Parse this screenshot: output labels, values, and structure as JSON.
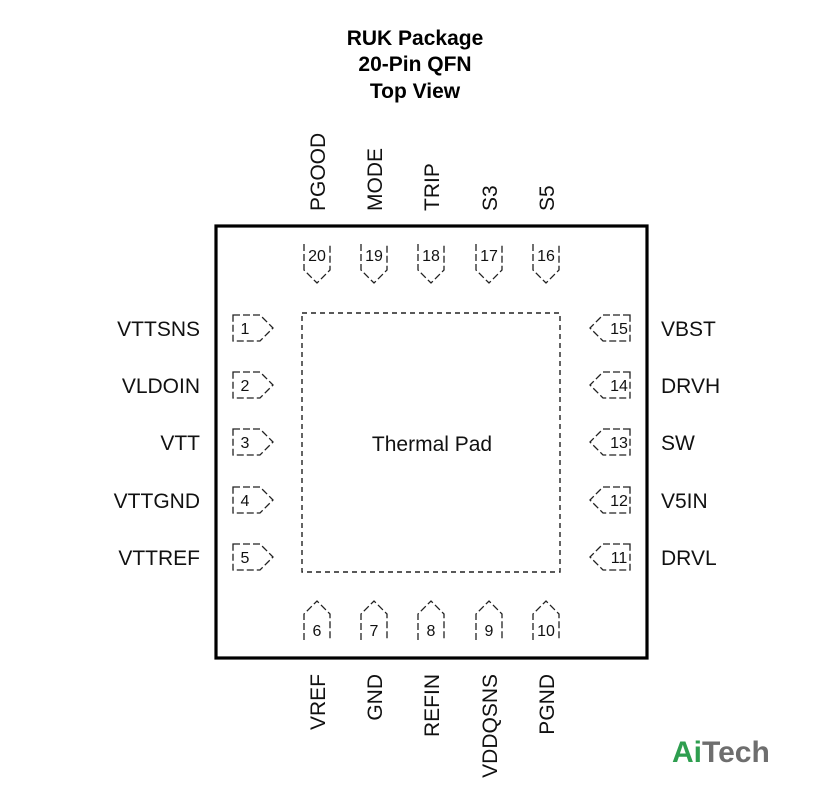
{
  "title": {
    "line1": "RUK Package",
    "line2": "20-Pin QFN",
    "line3": "Top View"
  },
  "thermal_pad": "Thermal Pad",
  "pins": {
    "left": [
      {
        "num": "1",
        "name": "VTTSNS"
      },
      {
        "num": "2",
        "name": "VLDOIN"
      },
      {
        "num": "3",
        "name": "VTT"
      },
      {
        "num": "4",
        "name": "VTTGND"
      },
      {
        "num": "5",
        "name": "VTTREF"
      }
    ],
    "bottom": [
      {
        "num": "6",
        "name": "VREF"
      },
      {
        "num": "7",
        "name": "GND"
      },
      {
        "num": "8",
        "name": "REFIN"
      },
      {
        "num": "9",
        "name": "VDDQSNS"
      },
      {
        "num": "10",
        "name": "PGND"
      }
    ],
    "right": [
      {
        "num": "11",
        "name": "DRVL"
      },
      {
        "num": "12",
        "name": "V5IN"
      },
      {
        "num": "13",
        "name": "SW"
      },
      {
        "num": "14",
        "name": "DRVH"
      },
      {
        "num": "15",
        "name": "VBST"
      }
    ],
    "top": [
      {
        "num": "16",
        "name": "S5"
      },
      {
        "num": "17",
        "name": "S3"
      },
      {
        "num": "18",
        "name": "TRIP"
      },
      {
        "num": "19",
        "name": "MODE"
      },
      {
        "num": "20",
        "name": "PGOOD"
      }
    ]
  },
  "logo": {
    "part1": "Ai",
    "part2": "Tech",
    "colors": {
      "part1": "#2e9e4f",
      "part2": "#6e6e6e"
    }
  }
}
